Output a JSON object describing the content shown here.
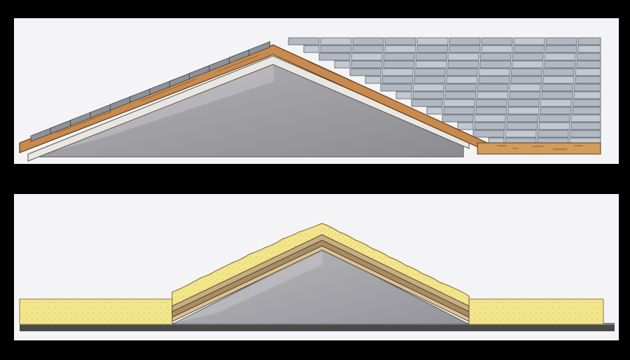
{
  "figure": {
    "background": "#000000",
    "panel_background": "#f4f4f6"
  },
  "panels": [
    {
      "id": "shingle-roof",
      "elements": [
        "gable-wall",
        "soffit-board",
        "roof-deck",
        "shingle-layer",
        "shingle-field",
        "eave-fascia"
      ],
      "colors": {
        "wall": "#9c9ca0",
        "deck": "#c98a4e",
        "shingle": "#b9c0c8",
        "shingle_edge": "#5a6068",
        "fascia": "#d39c5c"
      }
    },
    {
      "id": "insulated-attic",
      "elements": [
        "gable-wall",
        "rafter-layers",
        "insulation-ridge",
        "insulation-batt-left",
        "insulation-batt-right",
        "floor-joist"
      ],
      "colors": {
        "wall": "#a2a2a6",
        "rafter": "#c7ad84",
        "insulation": "#f2e58c",
        "insulation_outline": "#8a7a3a",
        "joist": "#4a4a4a"
      }
    }
  ]
}
